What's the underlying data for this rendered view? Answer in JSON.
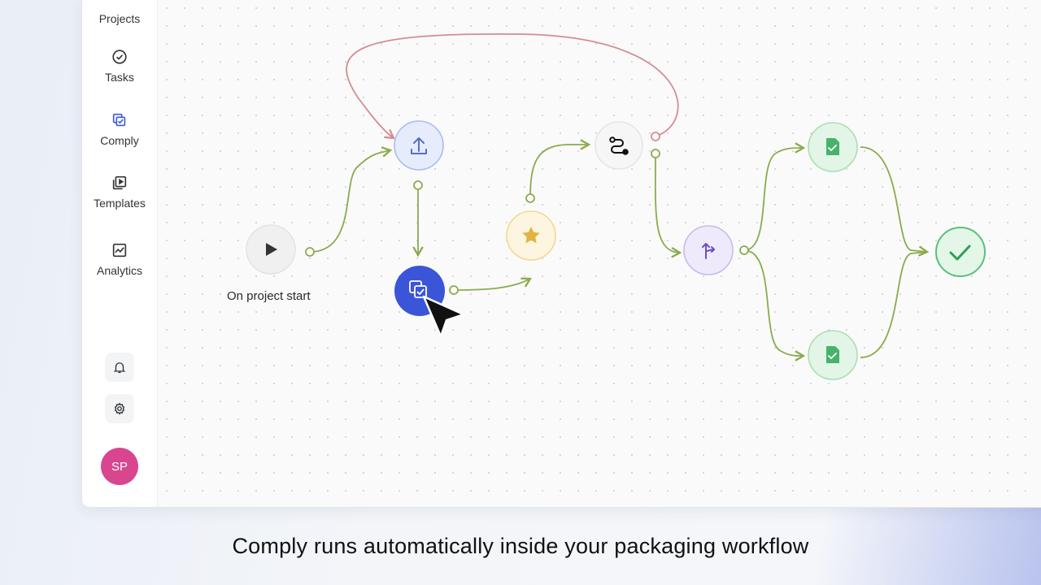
{
  "sidebar": {
    "items": [
      {
        "label": "Projects",
        "icon": "folder-icon"
      },
      {
        "label": "Tasks",
        "icon": "check-circle-icon"
      },
      {
        "label": "Comply",
        "icon": "comply-icon",
        "active": true,
        "accent": "#3b5bdb"
      },
      {
        "label": "Templates",
        "icon": "templates-icon"
      },
      {
        "label": "Analytics",
        "icon": "analytics-icon"
      }
    ],
    "utilities": [
      {
        "icon": "bell-icon"
      },
      {
        "icon": "gear-icon"
      }
    ],
    "avatar": {
      "initials": "SP",
      "color": "#d9468f"
    }
  },
  "workflow": {
    "start_label": "On project start",
    "nodes": [
      {
        "id": "start",
        "icon": "play-icon"
      },
      {
        "id": "upload",
        "icon": "upload-icon",
        "color": "#5b7fd6"
      },
      {
        "id": "comply",
        "icon": "comply-icon",
        "color": "#3b55d9"
      },
      {
        "id": "review",
        "icon": "star-icon",
        "color": "#e8b84a"
      },
      {
        "id": "route",
        "icon": "route-icon"
      },
      {
        "id": "split",
        "icon": "split-icon",
        "color": "#7a5cc9"
      },
      {
        "id": "doc-approval-1",
        "icon": "doc-check-icon",
        "color": "#3fae6a"
      },
      {
        "id": "doc-approval-2",
        "icon": "doc-check-icon",
        "color": "#3fae6a"
      },
      {
        "id": "done",
        "icon": "checkmark-icon",
        "color": "#2f9e57"
      }
    ],
    "edge_color": "#8aab4e",
    "loop_edge_color": "#d58c92"
  },
  "caption": "Comply runs automatically inside your packaging workflow"
}
